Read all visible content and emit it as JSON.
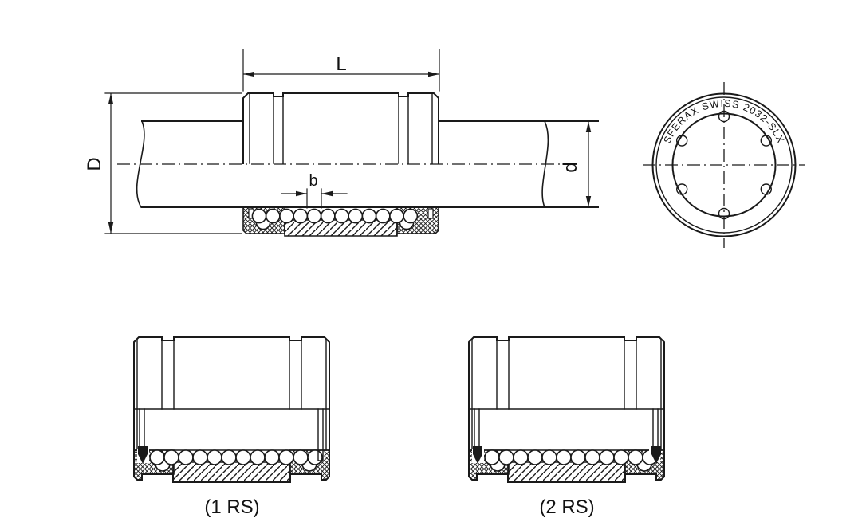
{
  "drawing": {
    "labels": {
      "length": "L",
      "outer_diameter": "D",
      "shaft_diameter": "d",
      "ball_pitch": "b"
    },
    "ring_marking": "SFERAX SWISS 2032-SLX",
    "captions": {
      "one_rs": "(1 RS)",
      "two_rs": "(2 RS)"
    },
    "colors": {
      "line": "#1a1a1a",
      "background": "#ffffff"
    }
  }
}
